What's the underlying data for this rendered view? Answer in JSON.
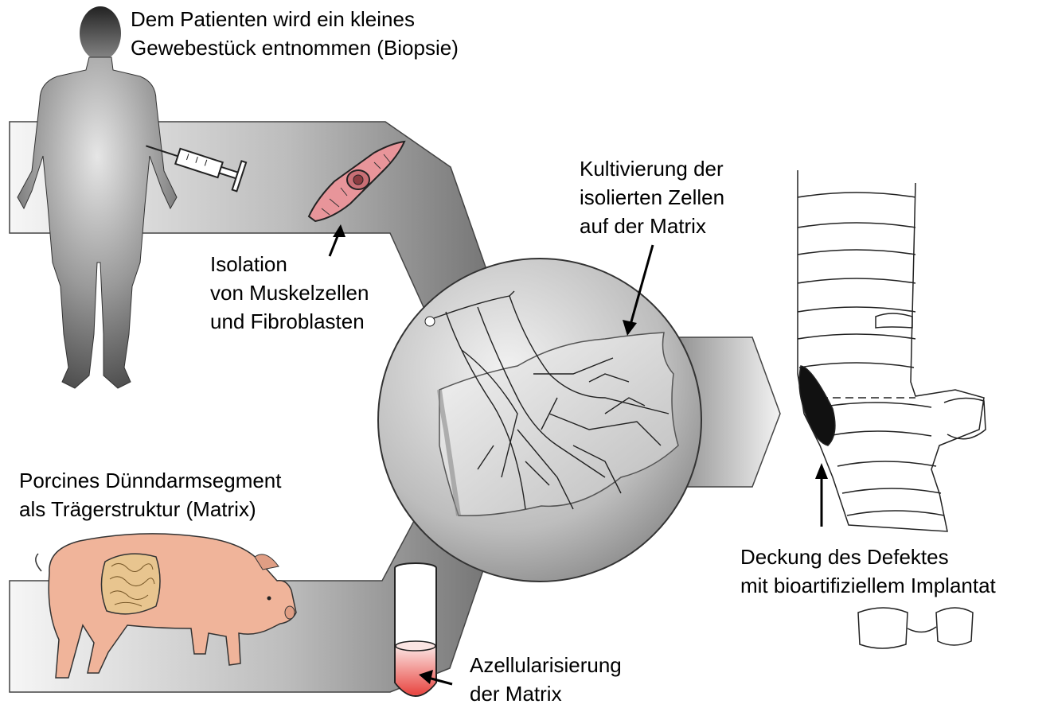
{
  "labels": {
    "biopsy": {
      "line1": "Dem Patienten wird ein kleines",
      "line2": "Gewebestück entnommen (Biopsie)"
    },
    "isolation": {
      "line1": "Isolation",
      "line2": "von Muskelzellen",
      "line3": "und Fibroblasten"
    },
    "cultivation": {
      "line1": "Kultivierung der",
      "line2": "isolierten Zellen",
      "line3": "auf der Matrix"
    },
    "matrix": {
      "line1": "Porcines Dünndarmsegment",
      "line2": "als Trägerstruktur (Matrix)"
    },
    "decell": {
      "line1": "Azellularisierung",
      "line2": "der Matrix"
    },
    "implant": {
      "line1": "Deckung des Defektes",
      "line2": "mit bioartifiziellem Implantat"
    }
  },
  "colors": {
    "flow_dark": "#8c8c8c",
    "flow_light": "#f4f4f4",
    "cell_fill": "#e8959a",
    "pig_fill": "#f0b49a",
    "intestine_fill": "#e8c58f",
    "tube_liquid": "#e8443f",
    "defect": "#111111"
  },
  "icons": [
    "human-silhouette",
    "syringe",
    "muscle-cell",
    "pig",
    "test-tube",
    "cell-culture-matrix",
    "bowel-implant"
  ]
}
